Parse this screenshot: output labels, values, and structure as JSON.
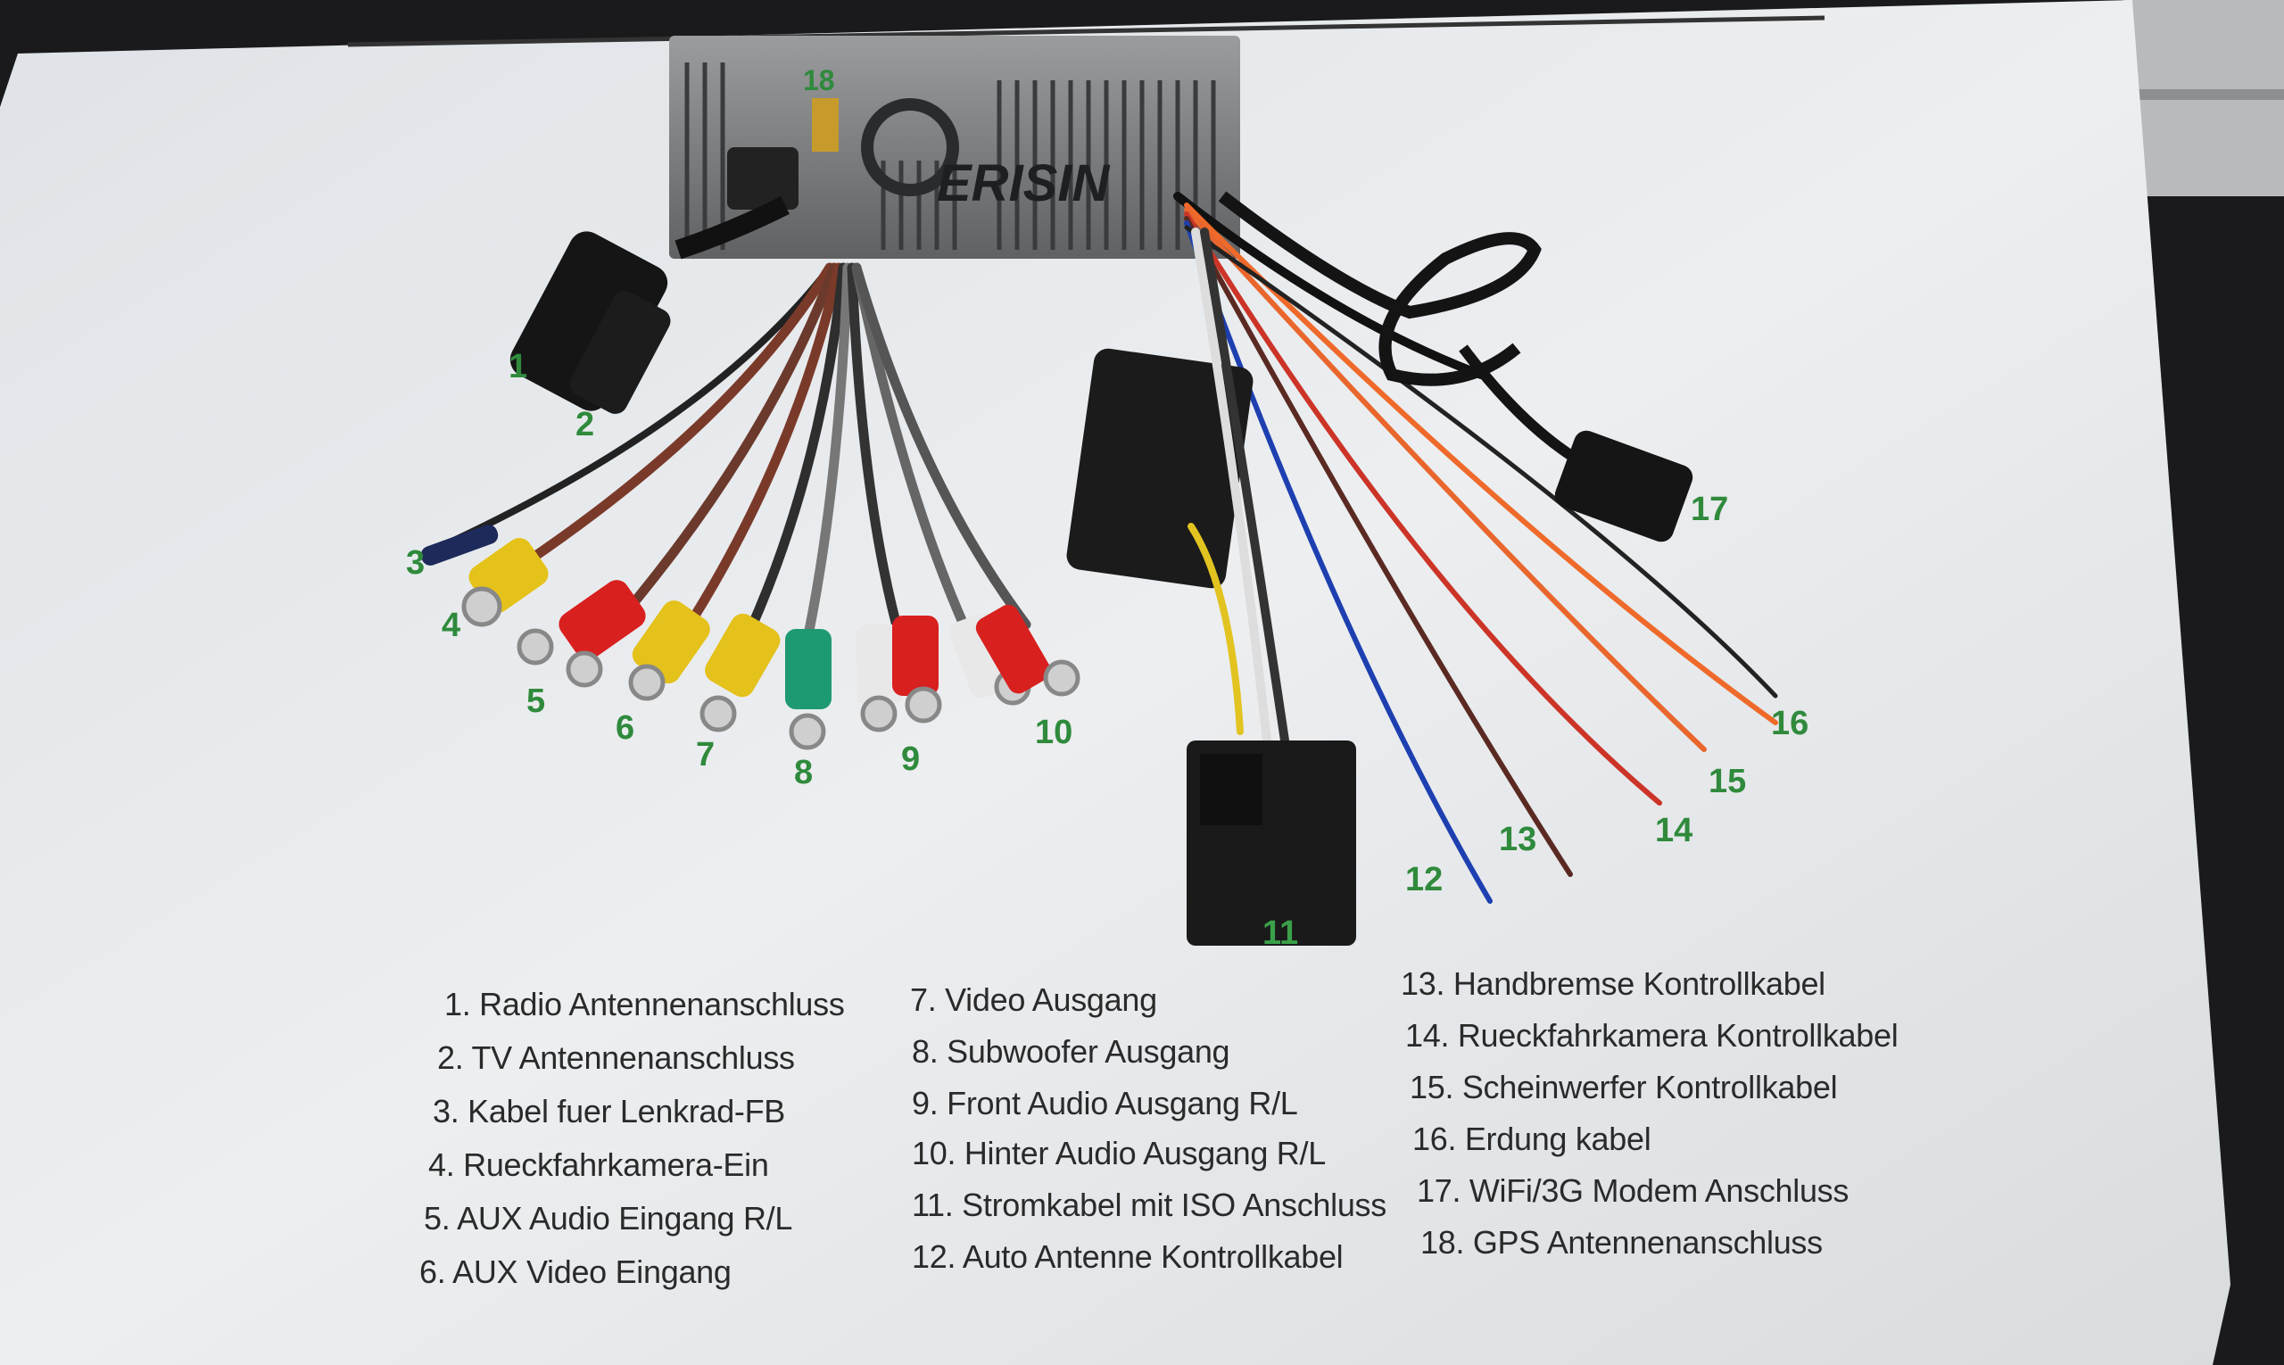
{
  "photo": {
    "subject": "printed wiring diagram of a car radio harness",
    "colors": {
      "paper": "#e9ebee",
      "background": "#1a1a1c",
      "callout_green": "#2f8a3c",
      "legend_text": "#2a2a2a"
    }
  },
  "unit_logo_text": "ERISIN",
  "callouts": [
    "1",
    "2",
    "3",
    "4",
    "5",
    "6",
    "7",
    "8",
    "9",
    "10",
    "11",
    "12",
    "13",
    "14",
    "15",
    "16",
    "17",
    "18"
  ],
  "legend": {
    "column_1": [
      "1. Radio Antennenanschluss",
      "2. TV Antennenanschluss",
      "3. Kabel fuer Lenkrad-FB",
      "4. Rueckfahrkamera-Ein",
      "5. AUX Audio Eingang R/L",
      "6. AUX Video Eingang"
    ],
    "column_2": [
      "7. Video Ausgang",
      "8. Subwoofer Ausgang",
      "9. Front Audio Ausgang R/L",
      "10. Hinter Audio Ausgang R/L",
      "11. Stromkabel mit ISO Anschluss",
      "12. Auto Antenne Kontrollkabel"
    ],
    "column_3": [
      "13. Handbremse Kontrollkabel",
      "14. Rueckfahrkamera Kontrollkabel",
      "15. Scheinwerfer Kontrollkabel",
      "16. Erdung kabel",
      "17. WiFi/3G Modem Anschluss",
      "18. GPS Antennenanschluss"
    ]
  }
}
